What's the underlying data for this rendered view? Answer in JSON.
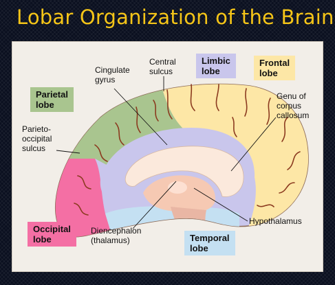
{
  "title": "Lobar Organization of the Brain",
  "lobes": {
    "parietal": {
      "line1": "Parietal",
      "line2": "lobe",
      "color": "#a9c58f"
    },
    "limbic": {
      "line1": "Limbic",
      "line2": "lobe",
      "color": "#c9c6ec"
    },
    "frontal": {
      "line1": "Frontal",
      "line2": "lobe",
      "color": "#fde7a6"
    },
    "occipital": {
      "line1": "Occipital",
      "line2": "lobe",
      "color": "#f46fa4"
    },
    "temporal": {
      "line1": "Temporal",
      "line2": "lobe",
      "color": "#c4e0f2"
    }
  },
  "labels": {
    "cingulate_gyrus": {
      "line1": "Cingulate",
      "line2": "gyrus"
    },
    "central_sulcus": {
      "line1": "Central",
      "line2": "sulcus"
    },
    "genu_of_corpus_callosum": {
      "line1": "Genu of",
      "line2": "corpus",
      "line3": "callosum"
    },
    "parieto_occipital_sulcus": {
      "line1": "Parieto-",
      "line2": "occipital",
      "line3": "sulcus"
    },
    "diencephalon": {
      "line1": "Diencephalon",
      "line2": "(thalamus)"
    },
    "hypothalamus": {
      "line1": "Hypothalamus"
    }
  }
}
